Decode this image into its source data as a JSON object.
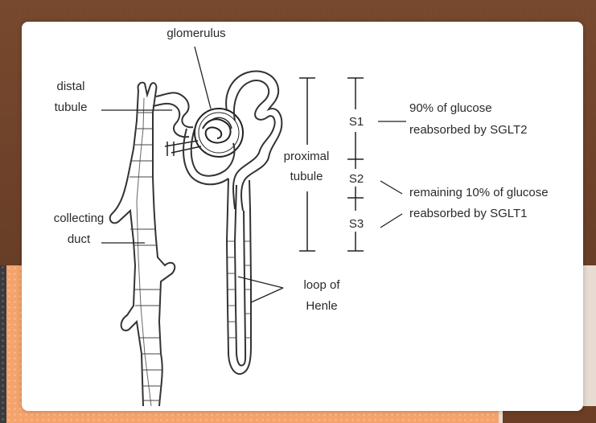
{
  "diagram": {
    "labels": {
      "glomerulus": "glomerulus",
      "distal_line1": "distal",
      "distal_line2": "tubule",
      "collecting_line1": "collecting",
      "collecting_line2": "duct",
      "proximal_line1": "proximal",
      "proximal_line2": "tubule",
      "loop_line1": "loop of",
      "loop_line2": "Henle",
      "s1": "S1",
      "s2": "S2",
      "s3": "S3",
      "s1_note_line1": "90% of glucose",
      "s1_note_line2": "reabsorbed by SGLT2",
      "s23_note_line1": "remaining 10% of glucose",
      "s23_note_line2": "reabsorbed by SGLT1"
    }
  }
}
